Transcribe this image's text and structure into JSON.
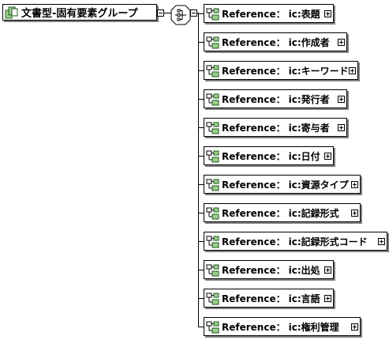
{
  "group": {
    "label": "文書型-固有要素グループ",
    "icon": "group-icon"
  },
  "compositor": {
    "type": "sequence",
    "icon": "sequence-compositor-icon"
  },
  "reference_prefix": "Reference：",
  "references": [
    {
      "label": "ic:表題",
      "icon": "element-reference-icon",
      "expandable": true
    },
    {
      "label": "ic:作成者",
      "icon": "element-reference-icon",
      "expandable": true
    },
    {
      "label": "ic:キーワード",
      "icon": "element-reference-icon",
      "expandable": true
    },
    {
      "label": "ic:発行者",
      "icon": "element-reference-icon",
      "expandable": true
    },
    {
      "label": "ic:寄与者",
      "icon": "element-reference-icon",
      "expandable": true
    },
    {
      "label": "ic:日付",
      "icon": "element-reference-icon",
      "expandable": true
    },
    {
      "label": "ic:資源タイプ",
      "icon": "element-reference-icon",
      "expandable": true
    },
    {
      "label": "ic:記録形式",
      "icon": "element-reference-icon",
      "expandable": true
    },
    {
      "label": "ic:記録形式コード",
      "icon": "element-reference-icon",
      "expandable": true
    },
    {
      "label": "ic:出処",
      "icon": "element-reference-icon",
      "expandable": true
    },
    {
      "label": "ic:言語",
      "icon": "element-reference-icon",
      "expandable": true
    },
    {
      "label": "ic:権利管理",
      "icon": "element-reference-icon",
      "expandable": true
    }
  ],
  "colors": {
    "line": "#000000",
    "shadow": "#808080",
    "icon_fill": "#9ccf8c",
    "icon_stroke": "#1f5a1f"
  }
}
